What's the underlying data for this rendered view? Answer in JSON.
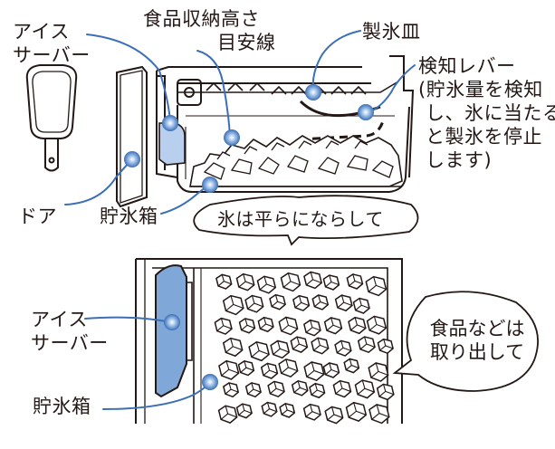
{
  "labels": {
    "ice_scoop_top_1": "アイス",
    "ice_scoop_top_2": "サーバー",
    "food_height_1": "食品収納高さ",
    "food_height_2": "目安線",
    "ice_tray": "製氷皿",
    "detect_lever": "検知レバー",
    "lever_note_1": "(貯氷量を検知",
    "lever_note_2": "し、氷に当たる",
    "lever_note_3": "と製氷を停止",
    "lever_note_4": "します)",
    "door": "ドア",
    "ice_box_top": "貯氷箱",
    "flatten_note": "氷は平らにならして",
    "ice_scoop_bottom_1": "アイス",
    "ice_scoop_bottom_2": "サーバー",
    "ice_box_bottom": "貯氷箱",
    "remove_food_1": "食品などは",
    "remove_food_2": "取り出して"
  },
  "colors": {
    "line": "#231815",
    "blue_fill": "#7fa8d8",
    "blue_light": "#c9daf0",
    "leader": "#3b6fb6"
  }
}
